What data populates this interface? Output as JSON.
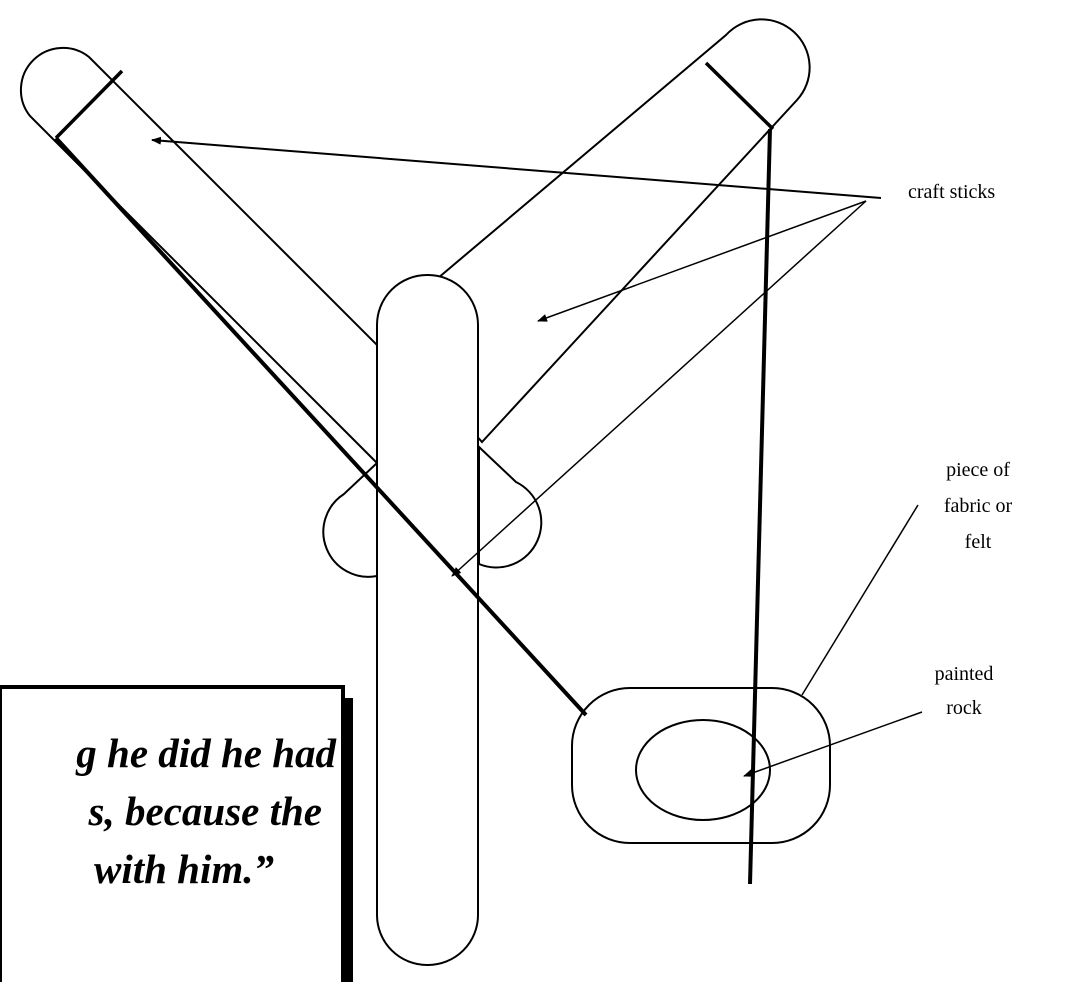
{
  "labels": {
    "craft_sticks": "craft sticks",
    "fabric": [
      "piece of",
      "fabric or",
      "felt"
    ],
    "rock": [
      "painted",
      "rock"
    ]
  },
  "quote": {
    "lines": [
      "g he did he had",
      "s, because the",
      "with him.”"
    ]
  },
  "colors": {
    "ink": "#000000",
    "paper": "#ffffff"
  }
}
